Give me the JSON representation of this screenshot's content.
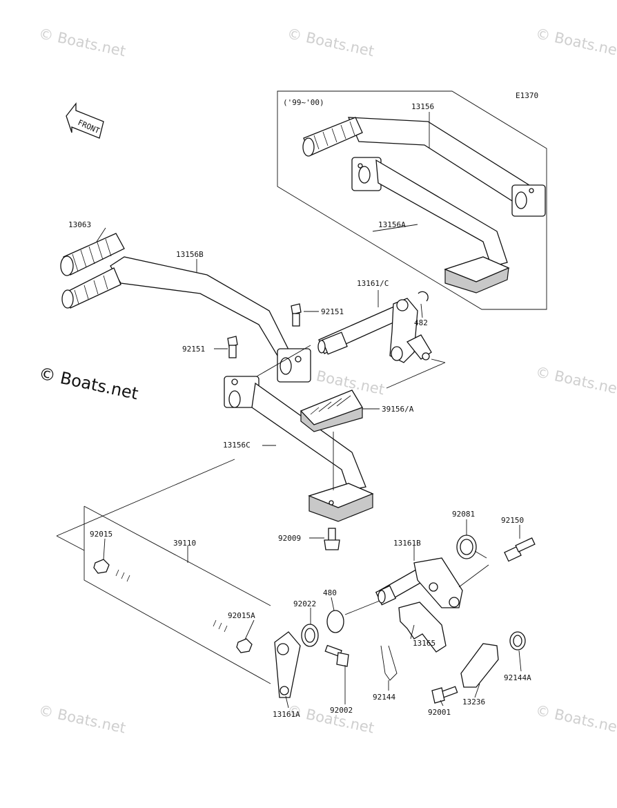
{
  "code": "E1370",
  "variant_label": "('99~'00)",
  "front_label": "FRONT",
  "watermark": "© Boats.net",
  "parts": {
    "p13156": "13156",
    "p13156A": "13156A",
    "p13063": "13063",
    "p13156B": "13156B",
    "p13161C": "13161/C",
    "p482": "482",
    "p92151a": "92151",
    "p92151b": "92151",
    "p39156A": "39156/A",
    "p13156C": "13156C",
    "p92009": "92009",
    "p92081": "92081",
    "p92150": "92150",
    "p92015": "92015",
    "p39110": "39110",
    "p13161B": "13161B",
    "p480": "480",
    "p92022": "92022",
    "p92015A": "92015A",
    "p13165": "13165",
    "p92144A": "92144A",
    "p92144": "92144",
    "p13236": "13236",
    "p92002": "92002",
    "p92001": "92001",
    "p13161A": "13161A"
  }
}
